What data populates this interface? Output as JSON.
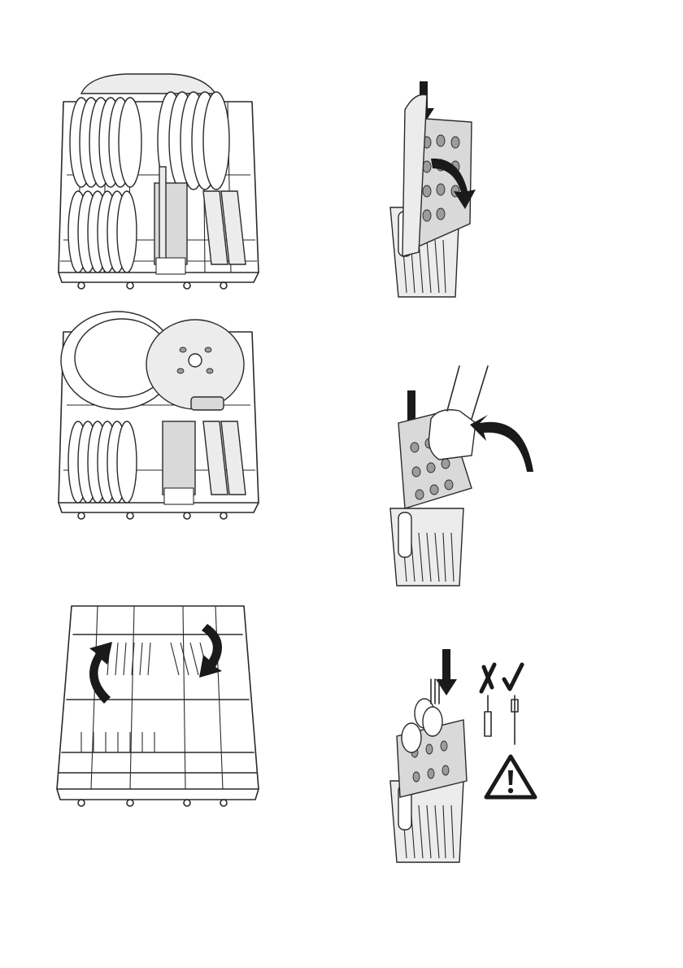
{
  "page": {
    "background": "#ffffff",
    "line_color": "#2a2a2a",
    "basket_fill": "#d9d9d9",
    "hole_fill": "#9c9c9c",
    "arrow_color": "#1a1a1a"
  },
  "figures": [
    {
      "id": "rack-plates",
      "icon": "lower-rack-with-plates-and-cutlery-basket"
    },
    {
      "id": "rack-pots",
      "icon": "lower-rack-with-pans-and-plates"
    },
    {
      "id": "rack-fold-tines",
      "icon": "empty-rack-folding-plate-supports",
      "arrows": 2
    },
    {
      "id": "basket-close-lid",
      "icon": "cutlery-basket-lid-closing",
      "arrows": 2
    },
    {
      "id": "basket-hand-lid",
      "icon": "cutlery-basket-lid-hand",
      "arrows": 2
    },
    {
      "id": "basket-insert-cutlery",
      "icon": "cutlery-basket-inserting-cutlery",
      "arrows": 1
    }
  ],
  "symbols": {
    "wrong": "cross-mark-icon",
    "right": "check-mark-icon",
    "caution": "warning-triangle-icon",
    "caution_mark": "!"
  }
}
